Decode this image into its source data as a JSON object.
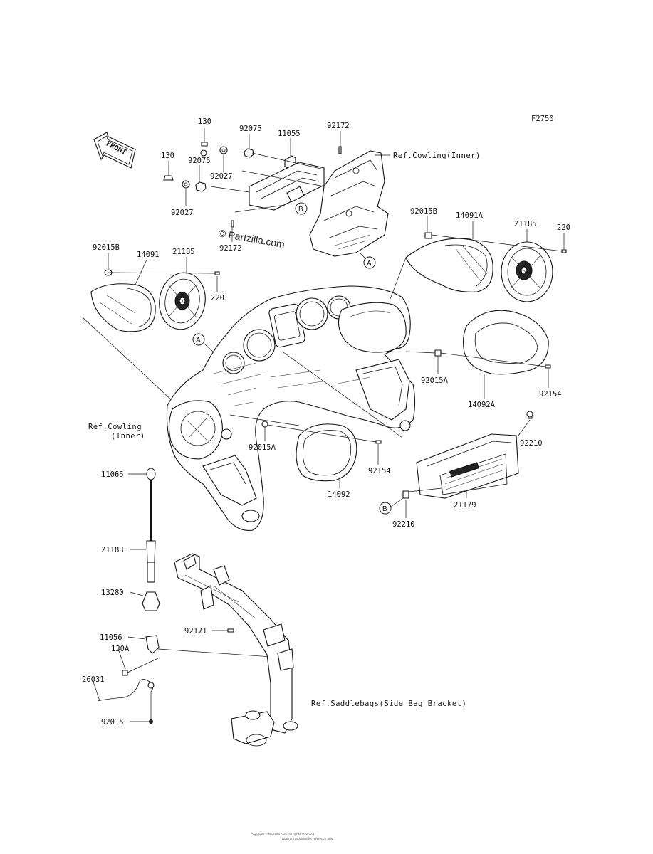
{
  "figure_code": "F2750",
  "watermark": "© Partzilla.com",
  "front_arrow_label": "FRONT",
  "references": {
    "cowling_inner_top": "Ref.Cowling(Inner)",
    "cowling_inner_left_line1": "Ref.Cowling",
    "cowling_inner_left_line2": "(Inner)",
    "saddlebags": "Ref.Saddlebags(Side Bag Bracket)"
  },
  "callouts": {
    "a": "A",
    "b": "B"
  },
  "part_labels": {
    "p130_top": "130",
    "p130_left": "130",
    "p92075_top": "92075",
    "p92075_mid": "92075",
    "p11055": "11055",
    "p92172_top": "92172",
    "p92027_right": "92027",
    "p92027_left": "92027",
    "p92172_bottom": "92172",
    "p92015B_left": "92015B",
    "p14091": "14091",
    "p21185_left": "21185",
    "p220_left": "220",
    "p92015B_right": "92015B",
    "p14091A": "14091A",
    "p21185_right": "21185",
    "p220_right": "220",
    "p92015A_right": "92015A",
    "p92154_right": "92154",
    "p14092A": "14092A",
    "p92015A_center": "92015A",
    "p92154_center": "92154",
    "p14092": "14092",
    "p92210_top": "92210",
    "p21179": "21179",
    "p92210_bottom": "92210",
    "p11065": "11065",
    "p21183": "21183",
    "p13280": "13280",
    "p92171": "92171",
    "p11056": "11056",
    "p130A": "130A",
    "p26031": "26031",
    "p92015": "92015"
  },
  "footer_line1": "Copyright © Partzilla.com. All rights reserved.",
  "footer_line2": "Diagram provided for reference only."
}
